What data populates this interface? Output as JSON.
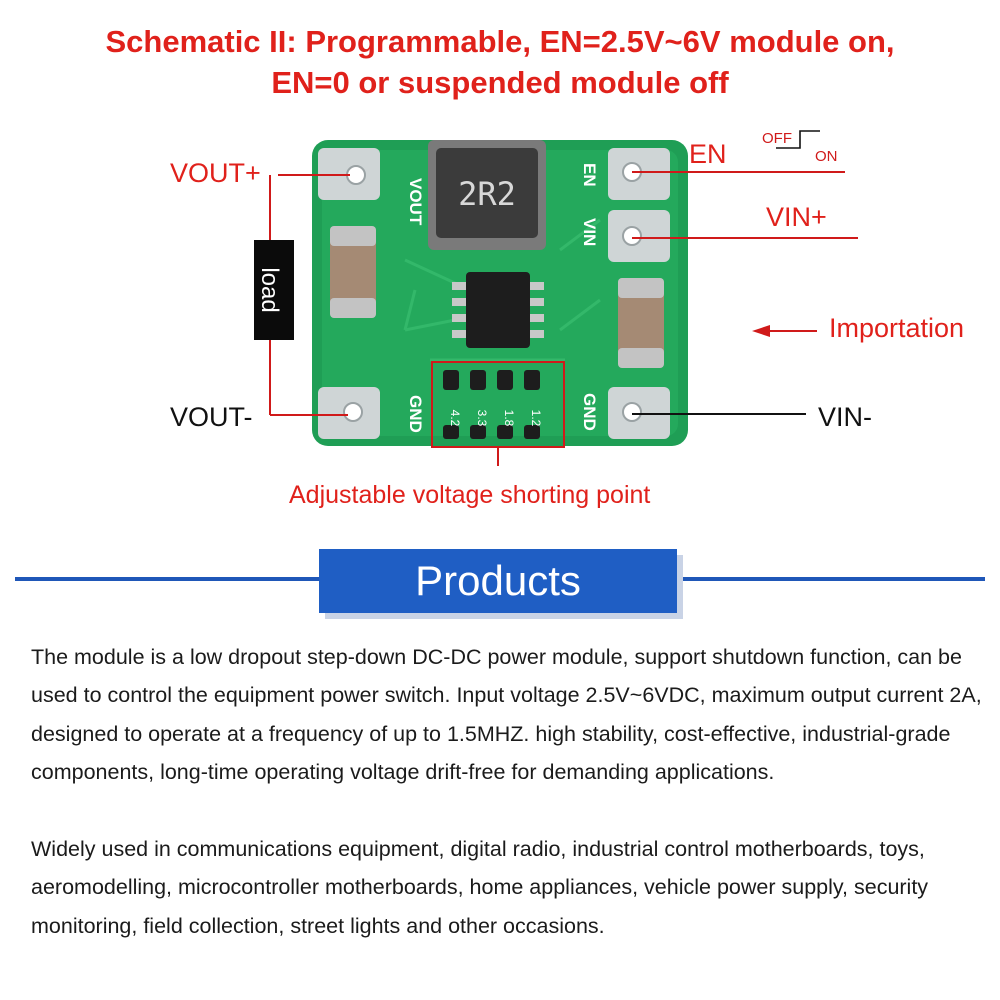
{
  "header": {
    "title_line1": "Schematic II: Programmable, EN=2.5V~6V module on,",
    "title_line2": "EN=0 or suspended module off"
  },
  "board": {
    "inductor_marking": "2R2",
    "silk_vout": "VOUT",
    "silk_gnd_left": "GND",
    "silk_en": "EN",
    "silk_vin": "VIN",
    "silk_gnd_right": "GND",
    "voltage_options": [
      "4.2",
      "3.3",
      "1.8",
      "1.2"
    ]
  },
  "labels": {
    "vout_plus": "VOUT+",
    "vout_minus": "VOUT-",
    "load": "load",
    "en": "EN",
    "switch_off": "OFF",
    "switch_on": "ON",
    "vin_plus": "VIN+",
    "vin_minus": "VIN-",
    "importation": "Importation",
    "shorting_point": "Adjustable voltage shorting point"
  },
  "section": {
    "title": "Products"
  },
  "description": {
    "paragraph1": "The module is a low dropout step-down DC-DC power module, support shutdown function, can be used to control the equipment power switch. Input voltage 2.5V~6VDC, maximum output current 2A, designed to operate at a frequency of up to 1.5MHZ. high stability, cost-effective, industrial-grade components, long-time operating voltage drift-free for demanding applications.",
    "paragraph2": "Widely used in communications equipment, digital radio, industrial control motherboards, toys, aeromodelling, microcontroller motherboards, home appliances, vehicle power supply, security monitoring, field collection, street lights and other occasions."
  },
  "colors": {
    "accent_red": "#e0211b",
    "header_blue": "#1f5ec4",
    "pcb_green": "#1f9e55"
  }
}
